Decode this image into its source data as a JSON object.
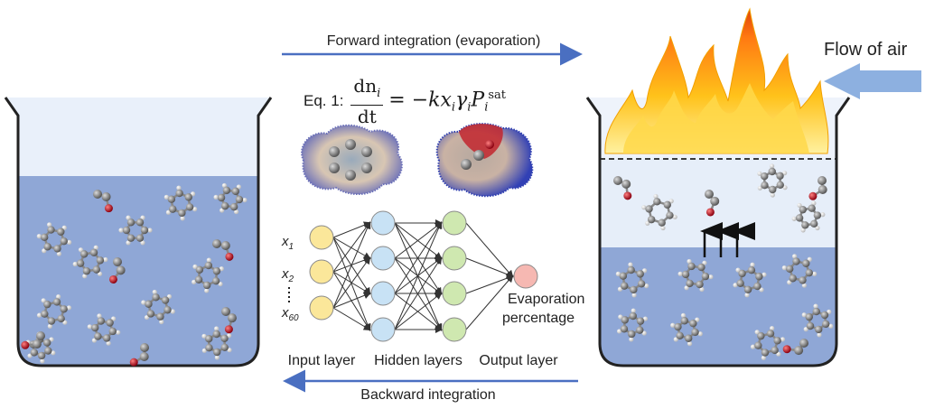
{
  "labels": {
    "forward": "Forward integration (evaporation)",
    "backward": "Backward integration",
    "flow_of_air": "Flow of air",
    "input_layer": "Input layer",
    "hidden_layers": "Hidden layers",
    "output_layer": "Output layer",
    "evaporation_percentage": [
      "Evaporation",
      "percentage"
    ],
    "x1": "x",
    "x1_sub": "1",
    "x2": "x",
    "x2_sub": "2",
    "x60": "x",
    "x60_sub": "60"
  },
  "equation": {
    "label": "Eq. 1:",
    "numerator": "dn",
    "numerator_sub": "i",
    "denominator": "dt",
    "rhs_text": "= −kx",
    "rhs_parts": [
      "i",
      "γ",
      "i",
      "P",
      "i",
      "sat"
    ]
  },
  "network": {
    "layers": [
      {
        "name": "input",
        "nodes": 3,
        "color": "#fbe79a"
      },
      {
        "name": "hidden1",
        "nodes": 4,
        "color": "#c8e2f5"
      },
      {
        "name": "hidden2",
        "nodes": 4,
        "color": "#cfe8b0"
      },
      {
        "name": "output",
        "nodes": 1,
        "color": "#f6b8b2"
      }
    ]
  },
  "colors": {
    "arrow_blue": "#4a6fc1",
    "liquid": "#8fa7d6",
    "vapor": "#e6eef9",
    "atom_carbon": "#7d7d7d",
    "atom_oxygen": "#c0202a",
    "flame_outer": "#f6c21a",
    "flame_inner": "#ff6a0a"
  }
}
